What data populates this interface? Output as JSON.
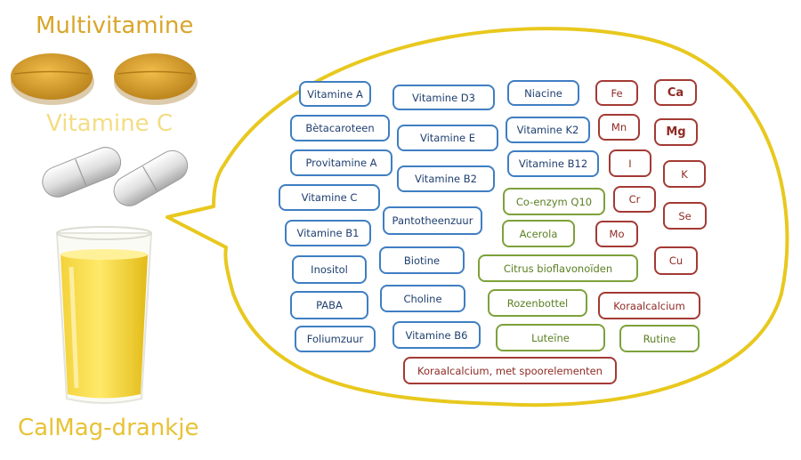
{
  "titles": {
    "multivitamine": "Multivitamine",
    "vitamine_c": "Vitamine C",
    "calmag": "CalMag-drankje"
  },
  "colors": {
    "vitamin_border": "#3f7ec2",
    "mineral_border": "#a33a34",
    "supplement_border": "#7da13a",
    "bubble_outline": "#e8c81e",
    "title_gold": "#d9a62a"
  },
  "icons": [
    "multivitamin-tablet-icon",
    "vitamin-c-capsule-icon",
    "calmag-drink-glass-icon",
    "speech-bubble"
  ],
  "vitamins": [
    "Vitamine A",
    "Vitamine D3",
    "Niacine",
    "Bètacaroteen",
    "Vitamine E",
    "Vitamine K2",
    "Provitamine A",
    "Vitamine B12",
    "Vitamine B2",
    "Vitamine C",
    "Pantotheenzuur",
    "Vitamine B1",
    "Inositol",
    "Biotine",
    "PABA",
    "Choline",
    "Foliumzuur",
    "Vitamine B6"
  ],
  "minerals": [
    "Fe",
    "Ca",
    "Mn",
    "Mg",
    "I",
    "K",
    "Cr",
    "Se",
    "Mo",
    "Cu",
    "Koraalcalcium",
    "Koraalcalcium, met spoorelementen"
  ],
  "supplements": [
    "Co-enzym Q10",
    "Acerola",
    "Citrus bioflavonoïden",
    "Rozenbottel",
    "Luteïne",
    "Rutine"
  ]
}
